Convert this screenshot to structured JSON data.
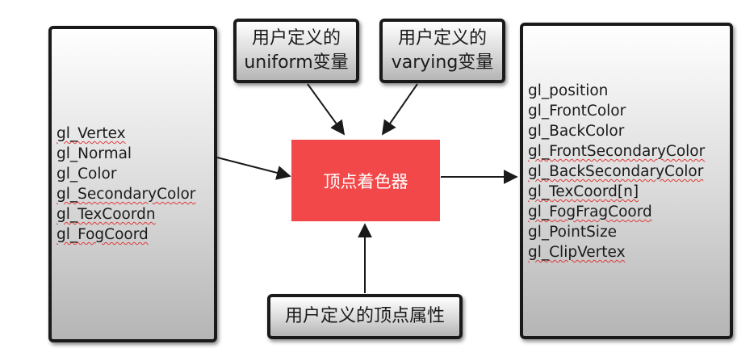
{
  "inputs": {
    "items": [
      {
        "text": "gl_Vertex",
        "underlined": true
      },
      {
        "text": "gl_Normal",
        "underlined": false
      },
      {
        "text": "gl_Color",
        "underlined": false
      },
      {
        "text": "gl_SecondaryColor",
        "underlined": true
      },
      {
        "text": "gl_TexCoordn",
        "underlined": true
      },
      {
        "text": "gl_FogCoord",
        "underlined": true
      }
    ]
  },
  "uniform_box": {
    "line1": "用户定义的",
    "line2": "uniform变量"
  },
  "varying_box": {
    "line1": "用户定义的",
    "line2": "varying变量"
  },
  "shader": {
    "label": "顶点着色器",
    "color": "#f2484a"
  },
  "attribute_box": {
    "label": "用户定义的顶点属性"
  },
  "outputs": {
    "items": [
      {
        "text": "gl_position",
        "underlined": false
      },
      {
        "text": "gl_FrontColor",
        "underlined": false
      },
      {
        "text": "gl_BackColor",
        "underlined": false
      },
      {
        "text": "gl_FrontSecondaryColor",
        "underlined": true
      },
      {
        "text": "gl_BackSecondaryColor",
        "underlined": true
      },
      {
        "text": "gl_TexCoord[n]",
        "underlined": true
      },
      {
        "text": "gl_FogFragCoord",
        "underlined": true
      },
      {
        "text": "gl_PointSize",
        "underlined": false
      },
      {
        "text": "gl_ClipVertex",
        "underlined": true
      }
    ]
  },
  "colors": {
    "shader_fill": "#f2484a",
    "spellcheck_underline": "#e03a3a",
    "box_border": "#1a1a1a"
  }
}
